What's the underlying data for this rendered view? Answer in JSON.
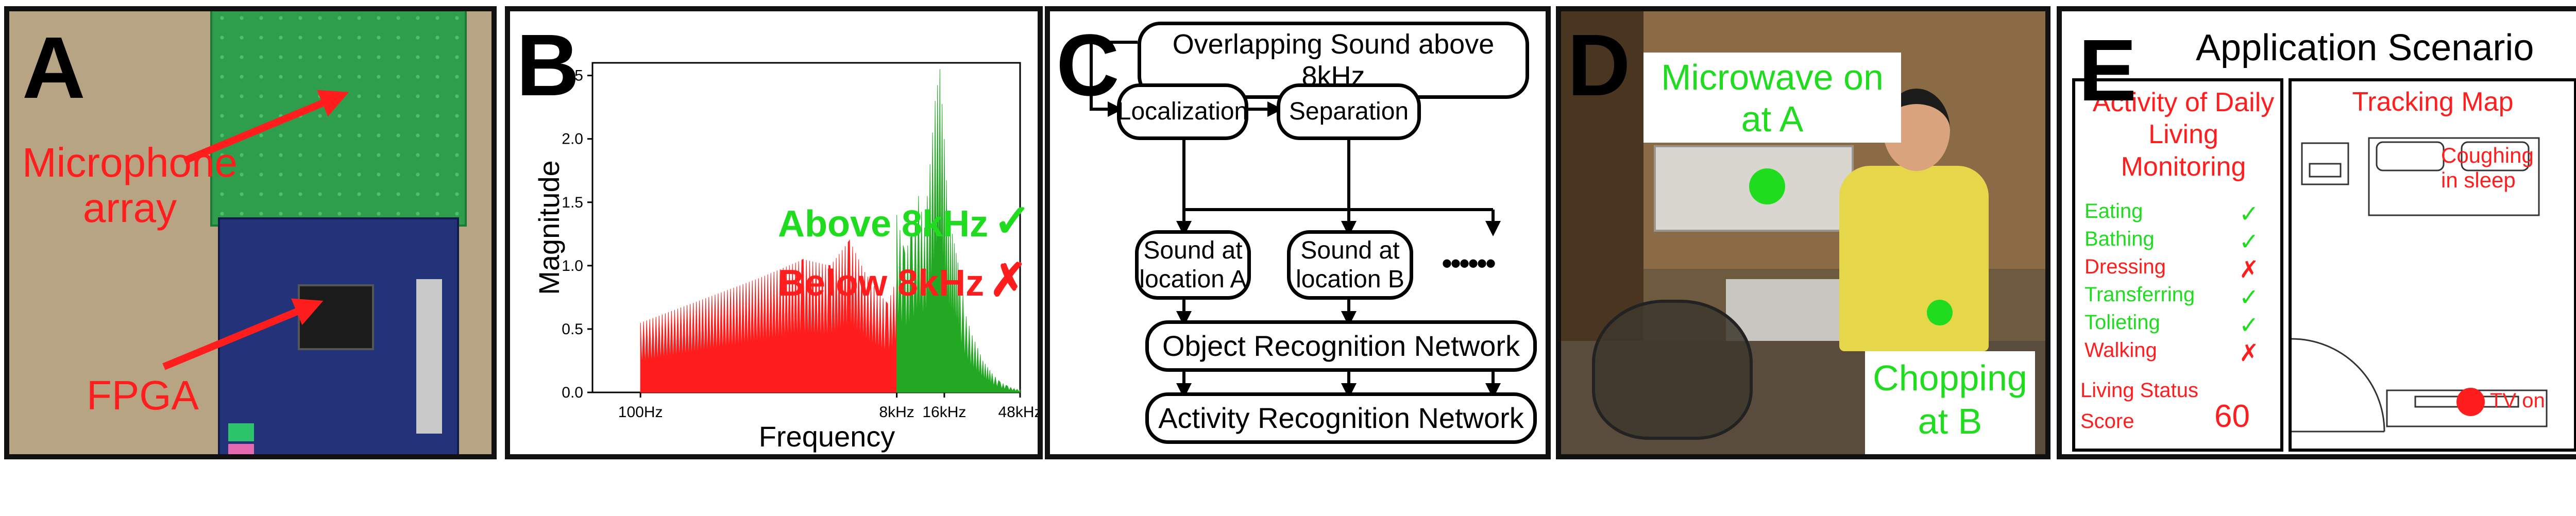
{
  "panels": {
    "a": {
      "letter": "A",
      "mic_label": "Microphone\narray",
      "fpga_label": "FPGA"
    },
    "b": {
      "letter": "B",
      "above_label": "Above 8kHz",
      "below_label": "Below 8kHz",
      "check_mark": "✓",
      "cross_mark": "✗"
    },
    "c": {
      "letter": "C",
      "top_box": "Overlapping Sound above 8kHz",
      "localization": "Localization",
      "separation": "Separation",
      "sound_a": "Sound at location A",
      "sound_b": "Sound at location B",
      "dots": "••••••",
      "object_net": "Object Recognition Network",
      "activity_net": "Activity Recognition Network"
    },
    "d": {
      "letter": "D",
      "microwave": "Microwave on\nat A",
      "chopping": "Chopping\nat B"
    },
    "e": {
      "letter": "E",
      "title": "Application Scenario",
      "adl_title": "Activity of Daily Living Monitoring",
      "activities": [
        {
          "name": "Eating",
          "status": "✓",
          "ok": true
        },
        {
          "name": "Bathing",
          "status": "✓",
          "ok": true
        },
        {
          "name": "Dressing",
          "status": "✗",
          "ok": false
        },
        {
          "name": "Transferring",
          "status": "✓",
          "ok": true
        },
        {
          "name": "Tolieting",
          "status": "✓",
          "ok": true
        },
        {
          "name": "Walking",
          "status": "✗",
          "ok": false
        }
      ],
      "score_label": "Living Status Score",
      "score_value": "60",
      "map_title": "Tracking Map",
      "coughing": "Coughing\nin sleep",
      "tv_on": "TV on"
    }
  },
  "chart_data": {
    "type": "area",
    "xlabel": "Frequency",
    "ylabel": "Magnitude",
    "x_ticks": [
      "100Hz",
      "8kHz",
      "16kHz",
      "48kHz"
    ],
    "y_ticks": [
      "0.0",
      "0.5",
      "1.0",
      "1.5",
      "2.0",
      "2.5"
    ],
    "ylim": [
      0,
      2.6
    ],
    "series": [
      {
        "name": "Below 8kHz",
        "color": "#ff1d1d",
        "x_khz": [
          0.1,
          1,
          2,
          3,
          4,
          5,
          6,
          7,
          8
        ],
        "values": [
          0.55,
          0.9,
          1.05,
          1.0,
          1.2,
          0.95,
          0.8,
          0.7,
          0.9
        ]
      },
      {
        "name": "Above 8kHz",
        "color": "#23a823",
        "x_khz": [
          8,
          9,
          10,
          11,
          12,
          13,
          14,
          15,
          16,
          17,
          18,
          19,
          20,
          22,
          24,
          26,
          28,
          30,
          32,
          36,
          40,
          44,
          48
        ],
        "values": [
          1.4,
          1.1,
          1.25,
          1.55,
          1.3,
          1.8,
          2.3,
          2.55,
          2.0,
          1.35,
          1.25,
          1.1,
          0.95,
          0.6,
          0.45,
          0.35,
          0.25,
          0.2,
          0.15,
          0.08,
          0.05,
          0.03,
          0.02
        ]
      }
    ]
  }
}
